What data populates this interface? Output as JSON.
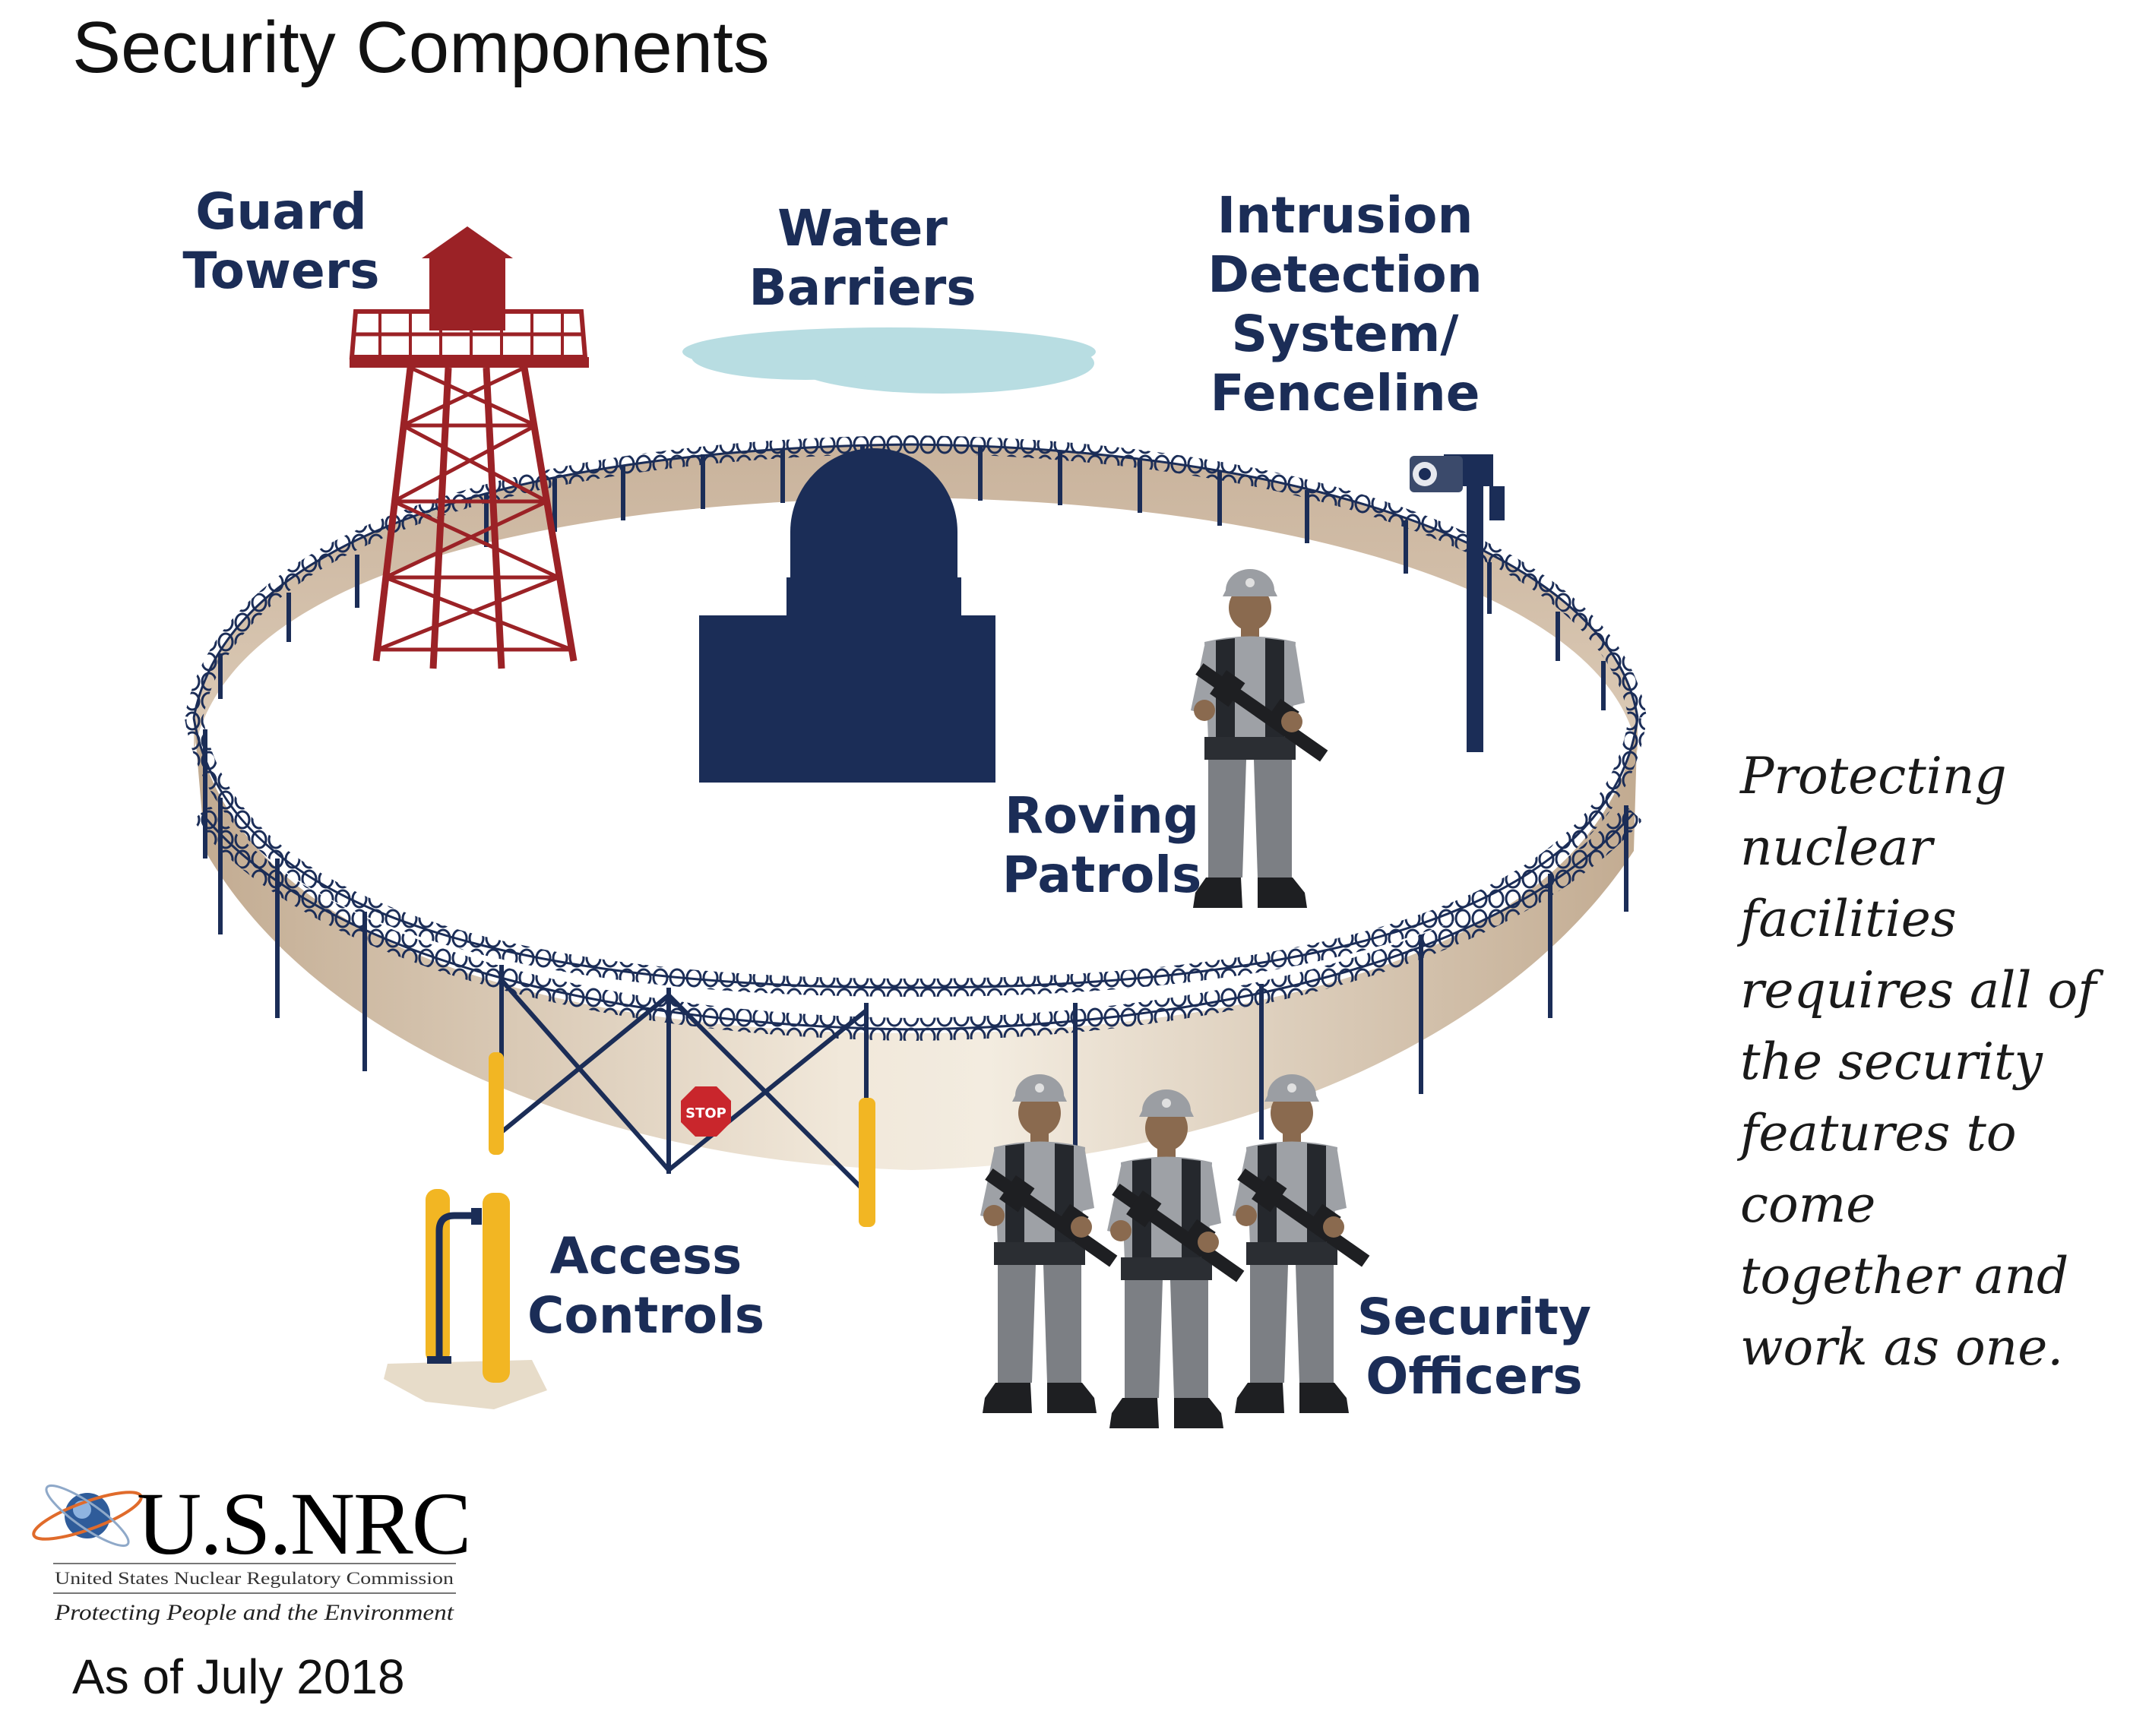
{
  "title": "Security Components",
  "labels": {
    "guard_towers": "Guard\nTowers",
    "water_barriers": "Water\nBarriers",
    "intrusion_detection": "Intrusion\nDetection\nSystem/\nFenceline",
    "roving_patrols": "Roving\nPatrols",
    "access_controls": "Access\nControls",
    "security_officers": "Security\nOfficers",
    "stop_sign": "STOP"
  },
  "quote": "Protecting\nnuclear\nfacilities\nrequires all of\nthe security\nfeatures to come\ntogether and\nwork as one.",
  "logo": {
    "name": "U.S.NRC",
    "subtitle": "United States Nuclear Regulatory Commission",
    "tagline": "Protecting People and the Environment"
  },
  "footer_date": "As of July 2018",
  "colors": {
    "navy": "#1b2d57",
    "tower_red": "#9b2226",
    "wall_tan": "#cdb9a2",
    "water": "#b8dde2",
    "bollard_yellow": "#f2b623",
    "uniform_gray": "#8a8d91"
  }
}
